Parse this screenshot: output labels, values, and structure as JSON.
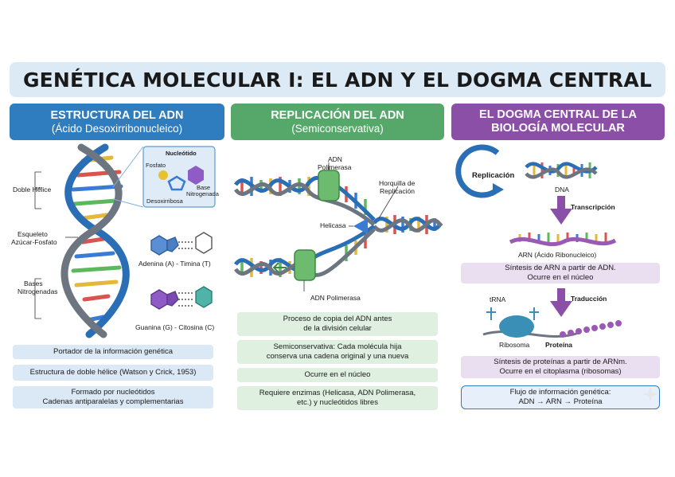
{
  "title": "GENÉTICA MOLECULAR I: EL ADN Y EL DOGMA CENTRAL",
  "col1": {
    "header_line1": "ESTRUCTURA DEL ADN",
    "header_line2": "(Ácido Desoxirribonucleico)",
    "labels": {
      "doble_helice": "Doble Hélice",
      "esqueleto_1": "Esqueleto",
      "esqueleto_2": "Azúcar-Fosfato",
      "bases_1": "Bases",
      "bases_2": "Nitrogenadas",
      "nucleotido": "Nucleótido",
      "fosfato": "Fosfato",
      "base_1": "Base",
      "base_2": "Nitrogenada",
      "desoxirribosa": "Desoxirribosa",
      "adenina_timina": "Adenina (A) - Timina (T)",
      "guanina_citosina": "Guanina (G) - Citosina (C)"
    },
    "boxes": [
      {
        "line1": "Portador de la información genética",
        "line2": ""
      },
      {
        "line1": "Estructura de doble hélice (Watson y Crick, 1953)",
        "line2": ""
      },
      {
        "line1": "Formado por nucleótidos",
        "line2": "Cadenas antiparalelas y complementarias"
      }
    ]
  },
  "col2": {
    "header_line1": "REPLICACIÓN DEL ADN",
    "header_line2": "(Semiconservativa)",
    "labels": {
      "adn_polimerasa_top_1": "ADN",
      "adn_polimerasa_top_2": "Polimerasa",
      "horquilla_1": "Horquilla de",
      "horquilla_2": "Replicación",
      "helicasa": "Helicasa",
      "adn_polimerasa_bottom": "ADN Polimerasa"
    },
    "boxes": [
      {
        "line1": "Proceso de copia del ADN antes",
        "line2": "de la división celular"
      },
      {
        "line1": "Semiconservativa: Cada molécula hija",
        "line2": "conserva una cadena original y una nueva"
      },
      {
        "line1": "Ocurre en el núcleo",
        "line2": ""
      },
      {
        "line1": "Requiere enzimas (Helicasa, ADN Polimerasa,",
        "line2": "etc.) y nucleótidos libres"
      }
    ]
  },
  "col3": {
    "header_line1": "EL DOGMA CENTRAL DE LA",
    "header_line2": "BIOLOGÍA MOLECULAR",
    "labels": {
      "replicacion": "Replicación",
      "dna": "DNA",
      "transcripcion": "Transcripción",
      "arn": "ARN (Ácido Ribonucleico)",
      "trna": "tRNA",
      "traduccion": "Traducción",
      "ribosoma": "Ribosoma",
      "proteina": "Proteína"
    },
    "boxes": [
      {
        "line1": "Síntesis de ARN a partir de ADN.",
        "line2": "Ocurre en el núcleo"
      },
      {
        "line1": "Síntesis de proteínas a partir de ARNm.",
        "line2": "Ocurre en el citoplasma (ribosomas)"
      },
      {
        "line1": "Flujo de información genética:",
        "line2": "ADN → ARN → Proteína"
      }
    ]
  },
  "colors": {
    "blue": "#2f7cbf",
    "green": "#55a86a",
    "purple": "#8c4fa8",
    "title_bg": "#dbeaf5"
  }
}
